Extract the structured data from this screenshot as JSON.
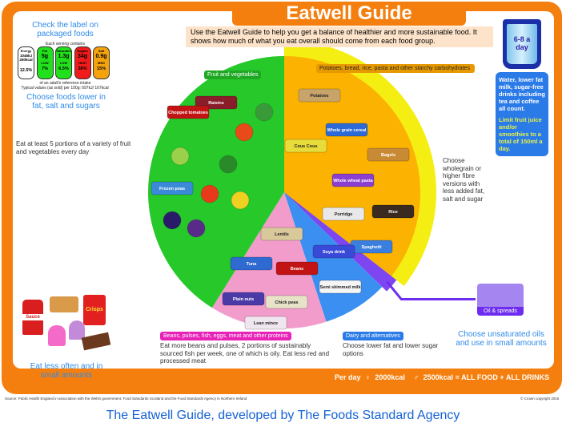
{
  "title": "Eatwell Guide",
  "intro": "Use the Eatwell Guide to help you get a balance of healthier and more sustainable food. It shows how much of what you eat overall should come from each food group.",
  "label_panel": {
    "heading": "Check the label on packaged foods",
    "each_serving": "Each serving contains",
    "cells": [
      {
        "name": "Energy",
        "value": "1046kJ 250kcal",
        "level": "",
        "pct": "12.5%",
        "color": "#ffffff"
      },
      {
        "name": "Fat",
        "value": "5g",
        "level": "LOW",
        "pct": "7%",
        "color": "#22e01c"
      },
      {
        "name": "Saturates",
        "value": "1.3g",
        "level": "LOW",
        "pct": "6.5%",
        "color": "#22e01c"
      },
      {
        "name": "Sugars",
        "value": "34g",
        "level": "HIGH",
        "pct": "38%",
        "color": "#f01b1b"
      },
      {
        "name": "Salt",
        "value": "0.9g",
        "level": "MED",
        "pct": "15%",
        "color": "#f5a30c"
      }
    ],
    "ref_intake": "of an adult's reference intake",
    "typical": "Typical values (as sold) per 100g: 697kJ/ 167kcal",
    "advice": "Choose foods lower in fat, salt and sugars"
  },
  "drinks": {
    "glass": "6-8 a day",
    "text": "Water, lower fat milk, sugar-free drinks including tea and coffee all count.",
    "limit": "Limit fruit juice and/or smoothies to a total of 150ml a day."
  },
  "segments": {
    "fruit_veg": {
      "label": "Fruit and vegetables",
      "advice": "Eat at least 5 portions of a variety of fruit and vegetables every day",
      "color": "#27c92a"
    },
    "starchy": {
      "label": "Potatoes, bread, rice, pasta and other starchy carbohydrates",
      "advice": "Choose wholegrain or higher fibre versions with less added fat, salt and sugar",
      "color": "#fbb200"
    },
    "protein": {
      "label": "Beans, pulses, fish, eggs, meat and other proteins",
      "advice": "Eat more beans and pulses, 2 portions of sustainably sourced fish per week, one of which is oily. Eat less red and processed meat",
      "color": "#f29ccc"
    },
    "dairy": {
      "label": "Dairy and alternatives",
      "advice": "Choose lower fat and lower sugar options",
      "color": "#3a8ff0"
    },
    "oil": {
      "label": "Oil & spreads",
      "advice": "Choose unsaturated oils and use in small amounts",
      "color": "#7d46f0"
    }
  },
  "food_labels": [
    "Raisins",
    "Chopped tomatoes",
    "Frozen peas",
    "Potatoes",
    "Whole grain cereal",
    "Cous Cous",
    "Bagels",
    "Porridge",
    "Whole wheat pasta",
    "Rice",
    "Spaghetti",
    "Lentils",
    "Beans",
    "Tuna",
    "Plain nuts",
    "Chick peas",
    "Lean mince",
    "Semi skimmed milk",
    "Soya drink",
    "Crisps",
    "Sauce"
  ],
  "treats": "Eat less often and in small amounts",
  "per_day": {
    "label": "Per day",
    "women": "2000kcal",
    "men": "2500kcal = ALL FOOD + ALL DRINKS"
  },
  "source": "Source: Public Health England in association with the Welsh government, Food Standards Scotland and the Food Standards Agency in Northern Ireland",
  "copyright": "© Crown copyright 2016",
  "caption": "The Eatwell Guide, developed by The Foods Standard Agency"
}
